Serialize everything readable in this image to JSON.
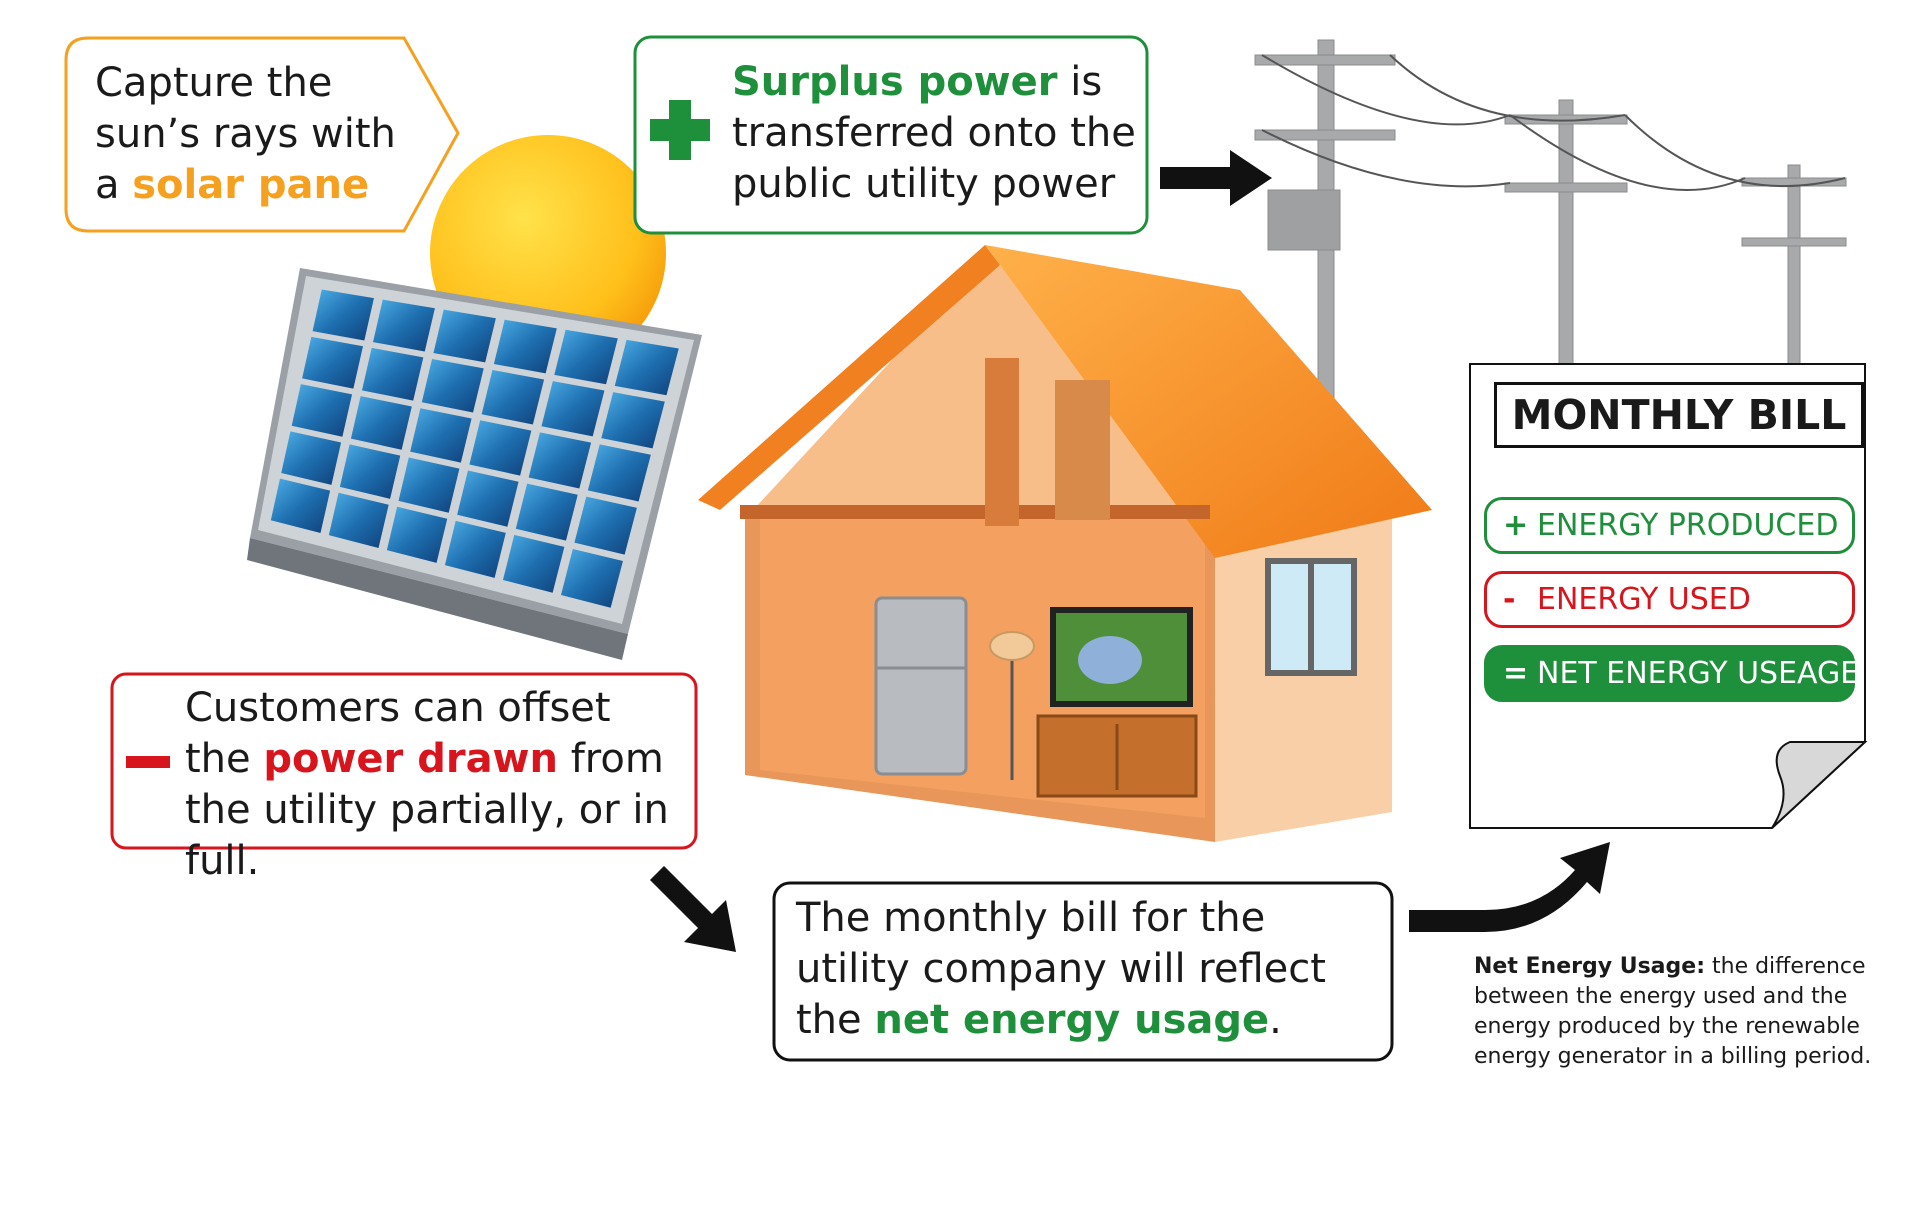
{
  "callouts": {
    "solar": {
      "pre": "Capture the sun’s rays with a ",
      "highlight": "solar pane"
    },
    "surplus": {
      "highlight": "Surplus power",
      "post": " is transferred onto the public utility power"
    },
    "offset": {
      "pre": "Customers can offset the ",
      "highlight": "power drawn",
      "post": " from the utility partially, or in full."
    },
    "bill": {
      "pre": "The monthly bill for the utility company will reflect the ",
      "highlight": "net energy usage",
      "post": "."
    }
  },
  "bill": {
    "title": "MONTHLY BILL",
    "rows": [
      {
        "symbol": "+",
        "label": "ENERGY PRODUCED"
      },
      {
        "symbol": "-",
        "label": "ENERGY USED"
      },
      {
        "symbol": "=",
        "label": "NET ENERGY USEAGE"
      }
    ]
  },
  "footnote": {
    "term": "Net Energy Usage:",
    "definition": " the difference between the energy used and the energy produced by the renewable energy generator in a billing period."
  },
  "colors": {
    "orange": "#f5a01e",
    "green": "#1e8f3a",
    "red": "#d8141c"
  },
  "icons": [
    "sun-icon",
    "solar-panel-icon",
    "house-icon",
    "utility-pole-icon",
    "arrow-icon",
    "plus-icon",
    "minus-icon"
  ]
}
